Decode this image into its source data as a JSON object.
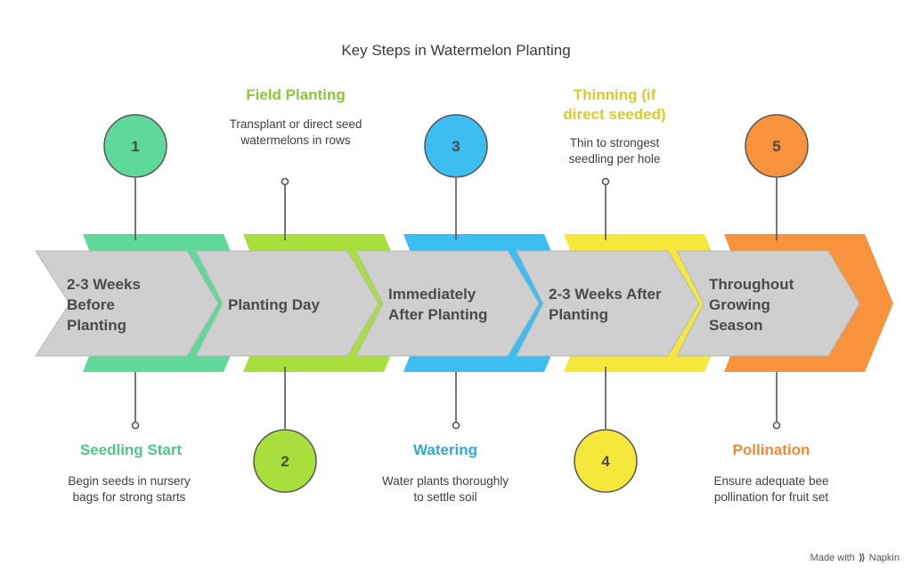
{
  "title": "Key Steps in Watermelon Planting",
  "steps": [
    {
      "number": "1",
      "timing": "2-3 Weeks Before Planting",
      "heading": "Seedling Start",
      "description": "Begin seeds in nursery bags for strong starts",
      "color": "#5fd99a",
      "text_color": "#4a4a4a",
      "heading_color": "#4fc58a"
    },
    {
      "number": "2",
      "timing": "Planting Day",
      "heading": "Field Planting",
      "description": "Transplant or direct seed watermelons in rows",
      "color": "#a8df3c",
      "heading_color": "#8fc43a"
    },
    {
      "number": "3",
      "timing": "Immediately After Planting",
      "heading": "Watering",
      "description": "Water plants thoroughly to settle soil",
      "color": "#3cbef2",
      "heading_color": "#33a8dc"
    },
    {
      "number": "4",
      "timing": "2-3 Weeks After Planting",
      "heading": "Thinning (if direct seeded)",
      "description": "Thin to strongest seedling per hole",
      "color": "#f5e83a",
      "heading_color": "#d8cc2a"
    },
    {
      "number": "5",
      "timing": "Throughout Growing Season",
      "heading": "Pollination",
      "description": "Ensure adequate bee pollination for fruit set",
      "color": "#f7923d",
      "heading_color": "#ee8a35"
    }
  ],
  "footer": {
    "made_with": "Made with",
    "brand": "Napkin"
  }
}
